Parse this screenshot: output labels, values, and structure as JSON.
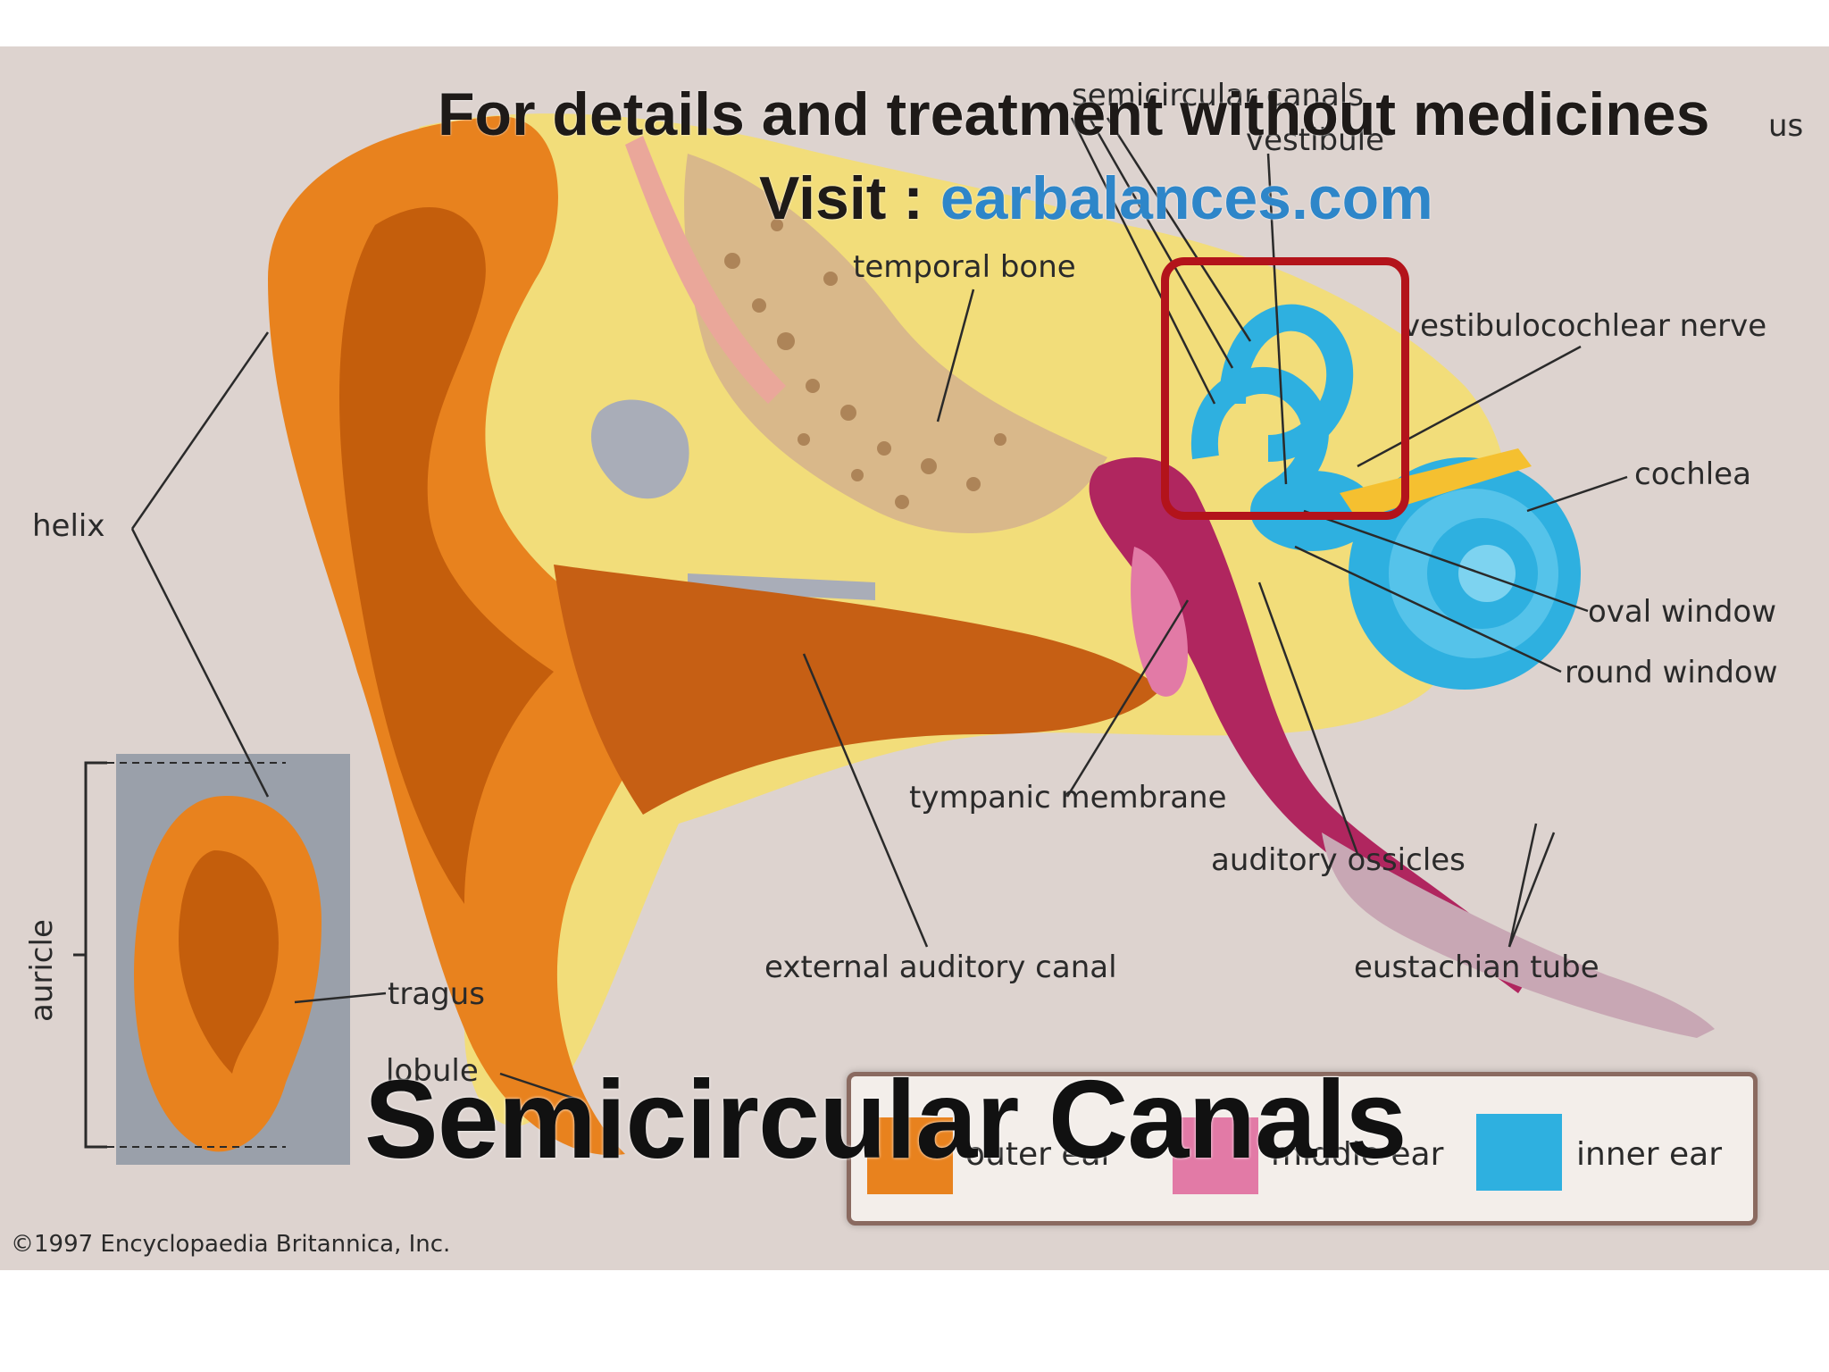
{
  "banner": {
    "line1": "For details and treatment without medicines",
    "line2_prefix": "Visit : ",
    "line2_link": "earbalances.com"
  },
  "labels": {
    "semicircular_canals": "semicircular canals",
    "vestibule": "vestibule",
    "inner_truncated": "us",
    "temporal_bone": "temporal bone",
    "vestibulocochlear_nerve": "vestibulocochlear nerve",
    "cochlea": "cochlea",
    "helix": "helix",
    "oval_window": "oval window",
    "round_window": "round window",
    "tympanic_membrane": "tympanic membrane",
    "auditory_ossicles": "auditory ossicles",
    "external_auditory_canal": "external auditory canal",
    "eustachian_tube": "eustachian tube",
    "auricle": "auricle",
    "tragus": "tragus",
    "lobule": "lobule"
  },
  "legend": {
    "outer": "outer ear",
    "middle": "middle ear",
    "inner": "inner ear",
    "colors": {
      "outer": "#e8821e",
      "middle": "#e27aa6",
      "inner": "#2eb0e0"
    }
  },
  "title": "Semicircular Canals",
  "copyright": "©1997 Encyclopaedia Britannica, Inc.",
  "colors": {
    "background": "#ddd3cf",
    "skin": "#e8821e",
    "bone": "#f2dd7a",
    "inner_ear": "#2eb0e0",
    "middle_ear": "#b0265f",
    "highlight": "#b3131b",
    "link": "#2e86c9"
  }
}
